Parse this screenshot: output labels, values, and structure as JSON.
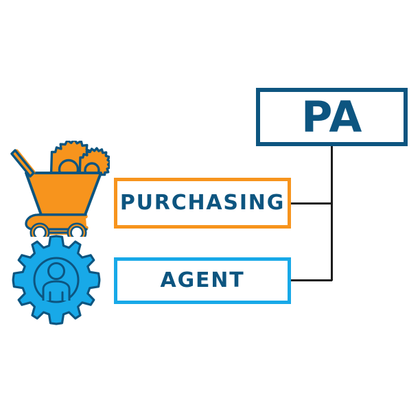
{
  "diagram": {
    "type": "acronym-expansion",
    "acronym": {
      "label": "PA",
      "border_color": "#0d5580",
      "text_color": "#0d5580"
    },
    "expansion_rows": [
      {
        "label": "PURCHASING",
        "border_color": "#f7941d",
        "text_color": "#0d5580",
        "icon": "shopping-cart-with-gears-icon"
      },
      {
        "label": "AGENT",
        "border_color": "#18a9e8",
        "text_color": "#0d5580",
        "icon": "gear-person-icon"
      }
    ],
    "connector_color": "#1a1a1a",
    "background_color": "#ffffff",
    "palette": {
      "dark_blue": "#0d5580",
      "orange": "#f7941d",
      "light_blue": "#18a9e8",
      "white": "#ffffff"
    }
  }
}
